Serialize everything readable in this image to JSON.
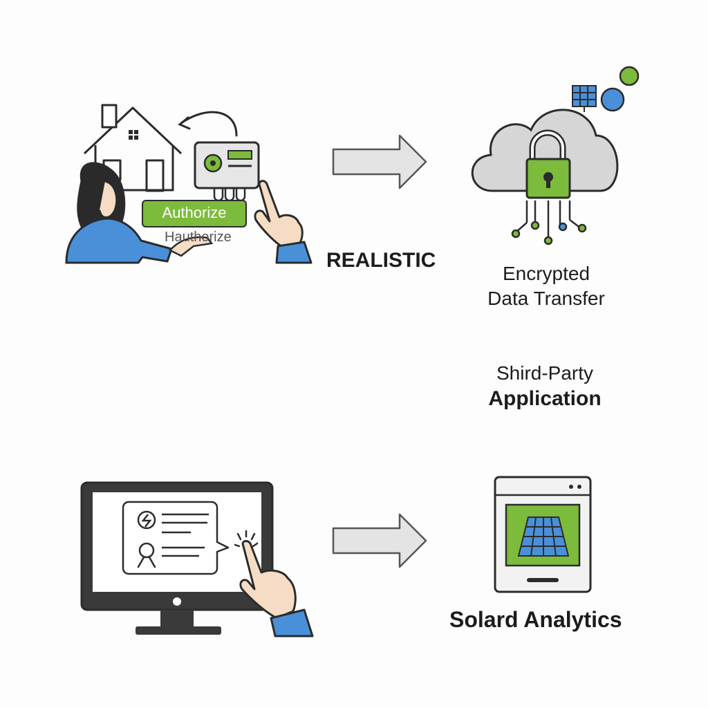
{
  "authorize_step": {
    "button_label": "Authorize",
    "echo_label": "Hauthorize"
  },
  "middle_label": "REALISTIC",
  "cloud_step": {
    "line1": "Encrypted",
    "line2": "Data Transfer"
  },
  "third_party": {
    "line1": "Shird-Party",
    "line2": "Application"
  },
  "result": {
    "label": "Solard Analytics"
  },
  "colors": {
    "accent_green": "#7dbb3c",
    "accent_blue": "#4a90d9",
    "outline": "#2b2b2b",
    "arrow_fill": "#e4e4e4"
  },
  "icons": [
    "house-icon",
    "person-icon",
    "id-card-icon",
    "pointing-hand-icon",
    "cloud-icon",
    "padlock-icon",
    "solar-panel-icon",
    "monitor-icon",
    "lightning-icon",
    "user-icon",
    "tablet-icon"
  ]
}
